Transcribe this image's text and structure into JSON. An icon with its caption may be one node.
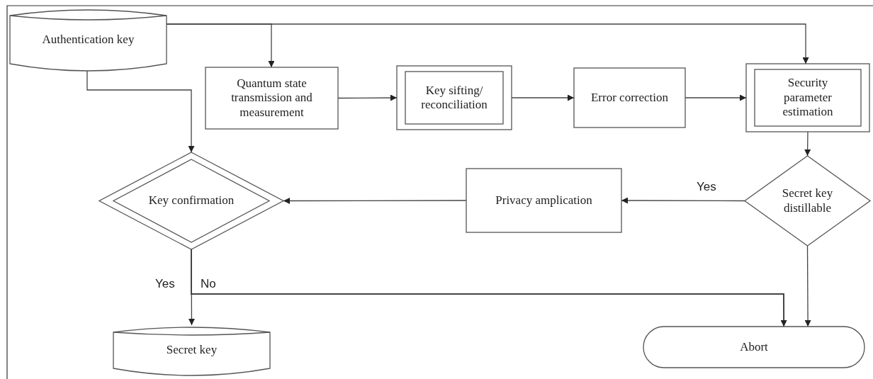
{
  "diagram": {
    "nodes": [
      {
        "text": [
          "Authentication key"
        ]
      },
      {
        "text": [
          "Quantum state transmission and measurement"
        ]
      },
      {
        "text": [
          "Key sifting/ reconciliation"
        ]
      },
      {
        "text": [
          "Error correction"
        ]
      },
      {
        "text": [
          "Security parameter estimation"
        ]
      },
      {
        "text": [
          "Secret key distillable"
        ]
      },
      {
        "text": [
          "Privacy amplication"
        ]
      },
      {
        "text": [
          "Key confirmation"
        ]
      },
      {
        "text": [
          "Secret key"
        ]
      },
      {
        "text": [
          "Abort"
        ]
      }
    ],
    "edges": [
      {
        "from": 0,
        "to": 1,
        "arrow": "to"
      },
      {
        "from": 0,
        "to": 4,
        "arrow": "to"
      },
      {
        "from": 0,
        "to": 7,
        "arrow": "to"
      },
      {
        "from": 1,
        "to": 2,
        "arrow": "to"
      },
      {
        "from": 2,
        "to": 3,
        "arrow": "to"
      },
      {
        "from": 3,
        "to": 4,
        "arrow": "to"
      },
      {
        "from": 4,
        "to": 5,
        "arrow": "to"
      },
      {
        "from": 5,
        "to": 6,
        "label": "Yes",
        "arrow": "to"
      },
      {
        "from": 6,
        "to": 7,
        "arrow": "to"
      },
      {
        "from": 7,
        "to": 8,
        "label": "Yes",
        "arrow": "to"
      },
      {
        "from": 7,
        "to": 9,
        "label": "No",
        "arrow": "to"
      },
      {
        "from": 5,
        "to": 9,
        "arrow": "to"
      }
    ]
  }
}
